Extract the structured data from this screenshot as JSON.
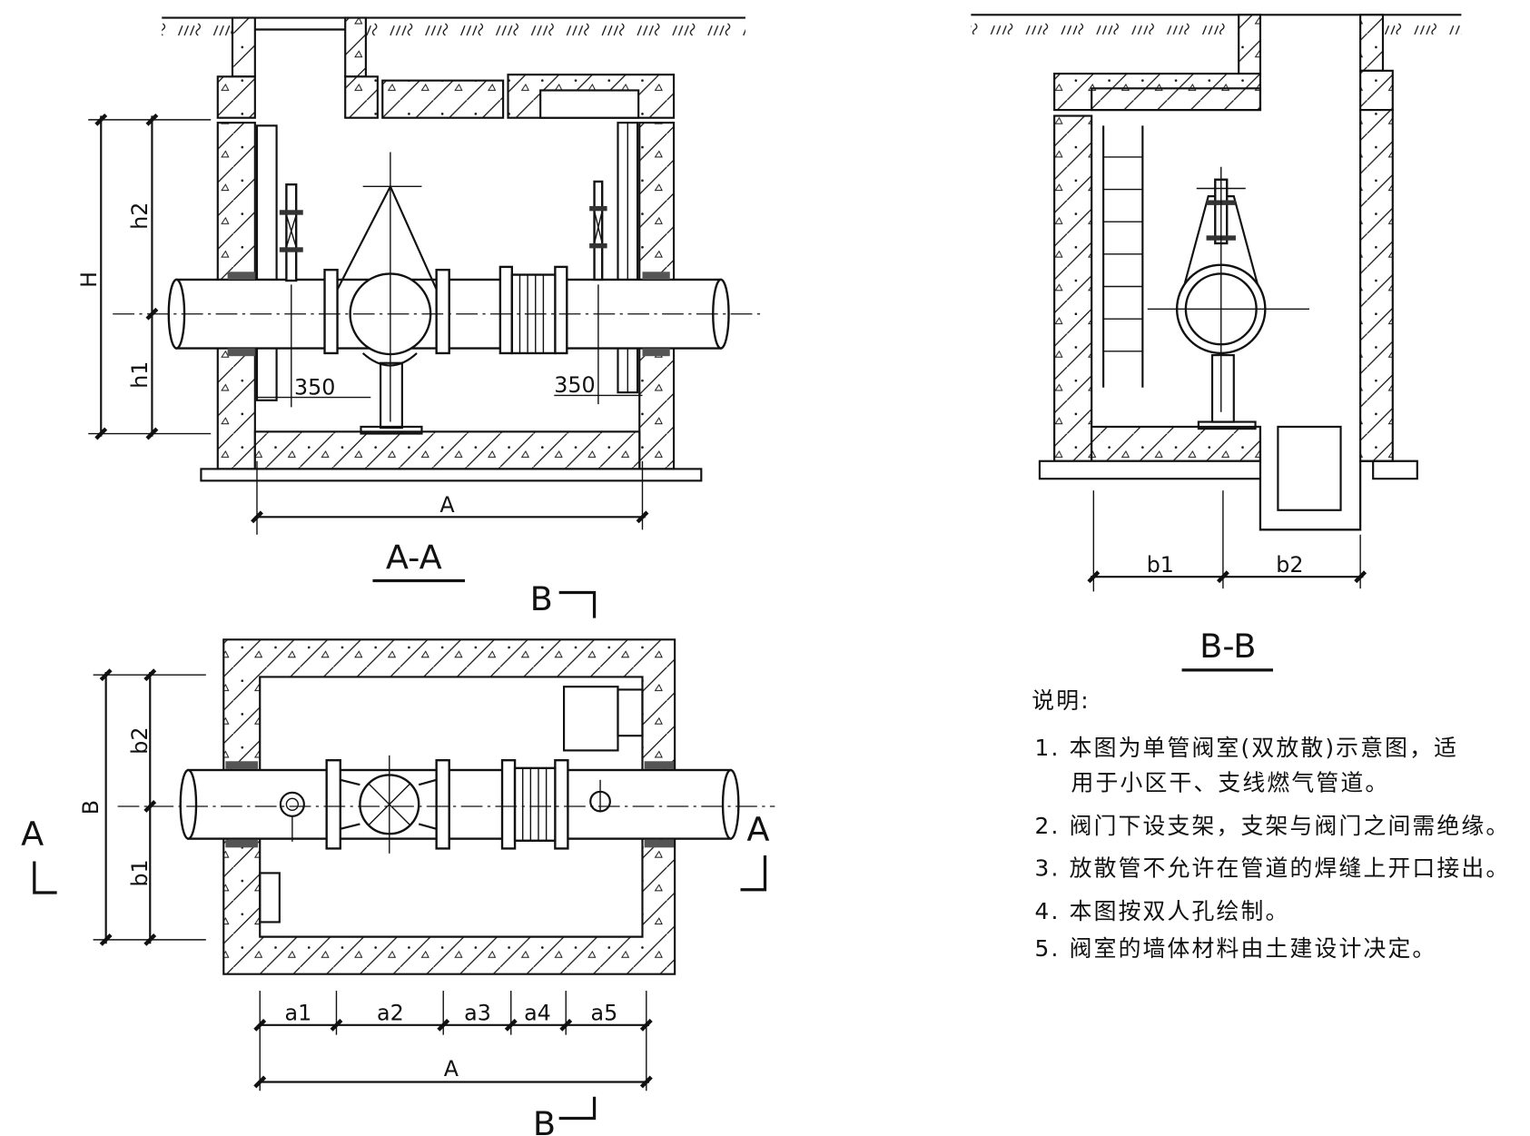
{
  "section_aa": {
    "title": "A-A",
    "dim_H": "H",
    "dim_h1": "h1",
    "dim_h2": "h2",
    "dim_350_left": "350",
    "dim_350_right": "350",
    "dim_A": "A"
  },
  "plan": {
    "dim_B": "B",
    "dim_b1": "b1",
    "dim_b2": "b2",
    "dims_a": [
      "a1",
      "a2",
      "a3",
      "a4",
      "a5"
    ],
    "dim_A": "A",
    "cut_A_left": "A",
    "cut_A_right": "A",
    "cut_B_top": "B",
    "cut_B_bottom": "B"
  },
  "section_bb": {
    "title": "B-B",
    "dim_b1": "b1",
    "dim_b2": "b2"
  },
  "notes": {
    "heading": "说明:",
    "items": [
      "1. 本图为单管阀室(双放散)示意图，适",
      "用于小区干、支线燃气管道。",
      "2. 阀门下设支架，支架与阀门之间需绝缘。",
      "3. 放散管不允许在管道的焊缝上开口接出。",
      "4. 本图按双人孔绘制。",
      "5. 阀室的墙体材料由土建设计决定。"
    ]
  }
}
